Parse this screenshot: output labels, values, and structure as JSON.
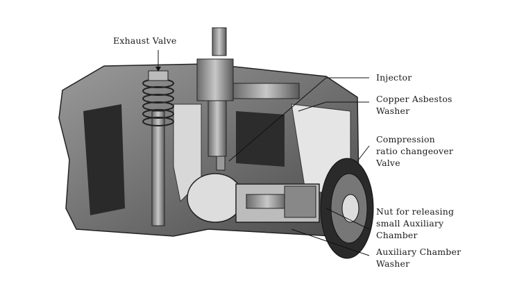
{
  "labels": {
    "exhaust_valve": "Exhaust Valve",
    "injector": "Injector",
    "copper_washer": [
      "Copper Asbestos",
      "Washer"
    ],
    "compression_valve": [
      "Compression",
      "ratio changeover",
      "Valve"
    ],
    "nut": [
      "Nut for releasing",
      "small Auxiliary",
      "Chamber"
    ],
    "aux_washer": [
      "Auxiliary Chamber",
      "Washer"
    ]
  }
}
